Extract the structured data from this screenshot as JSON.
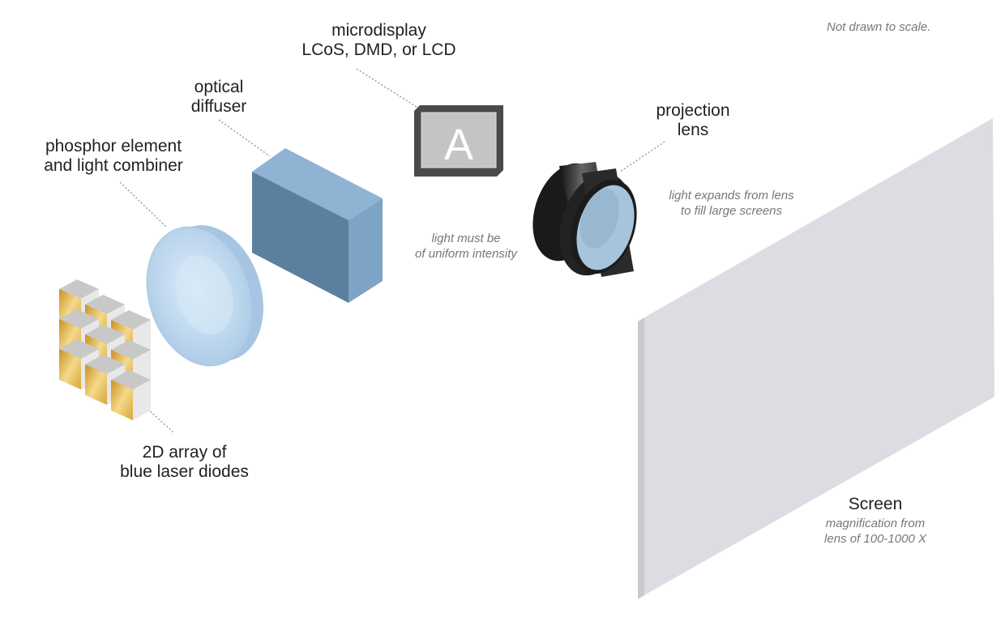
{
  "scale_note": "Not drawn to scale.",
  "labels": {
    "microdisplay": [
      "microdisplay",
      "LCoS, DMD, or LCD"
    ],
    "diffuser": [
      "optical",
      "diffuser"
    ],
    "phosphor": [
      "phosphor element",
      "and light combiner"
    ],
    "projection_lens": [
      "projection",
      "lens"
    ],
    "laser_array": [
      "2D array of",
      "blue laser diodes"
    ],
    "screen": "Screen"
  },
  "notes": {
    "uniform": [
      "light must be",
      "of uniform intensity"
    ],
    "expands": [
      "light expands from lens",
      "to fill large screens"
    ],
    "magnification": [
      "magnification from",
      "lens of 100-1000 X"
    ]
  },
  "microdisplay_letter": "A",
  "colors": {
    "gold": "#e0b043",
    "diffuser_front": "#5b7f9e",
    "diffuser_top": "#8fb3d3",
    "lens_blue": "#bcd7ee",
    "screen": "#d9dadf"
  }
}
